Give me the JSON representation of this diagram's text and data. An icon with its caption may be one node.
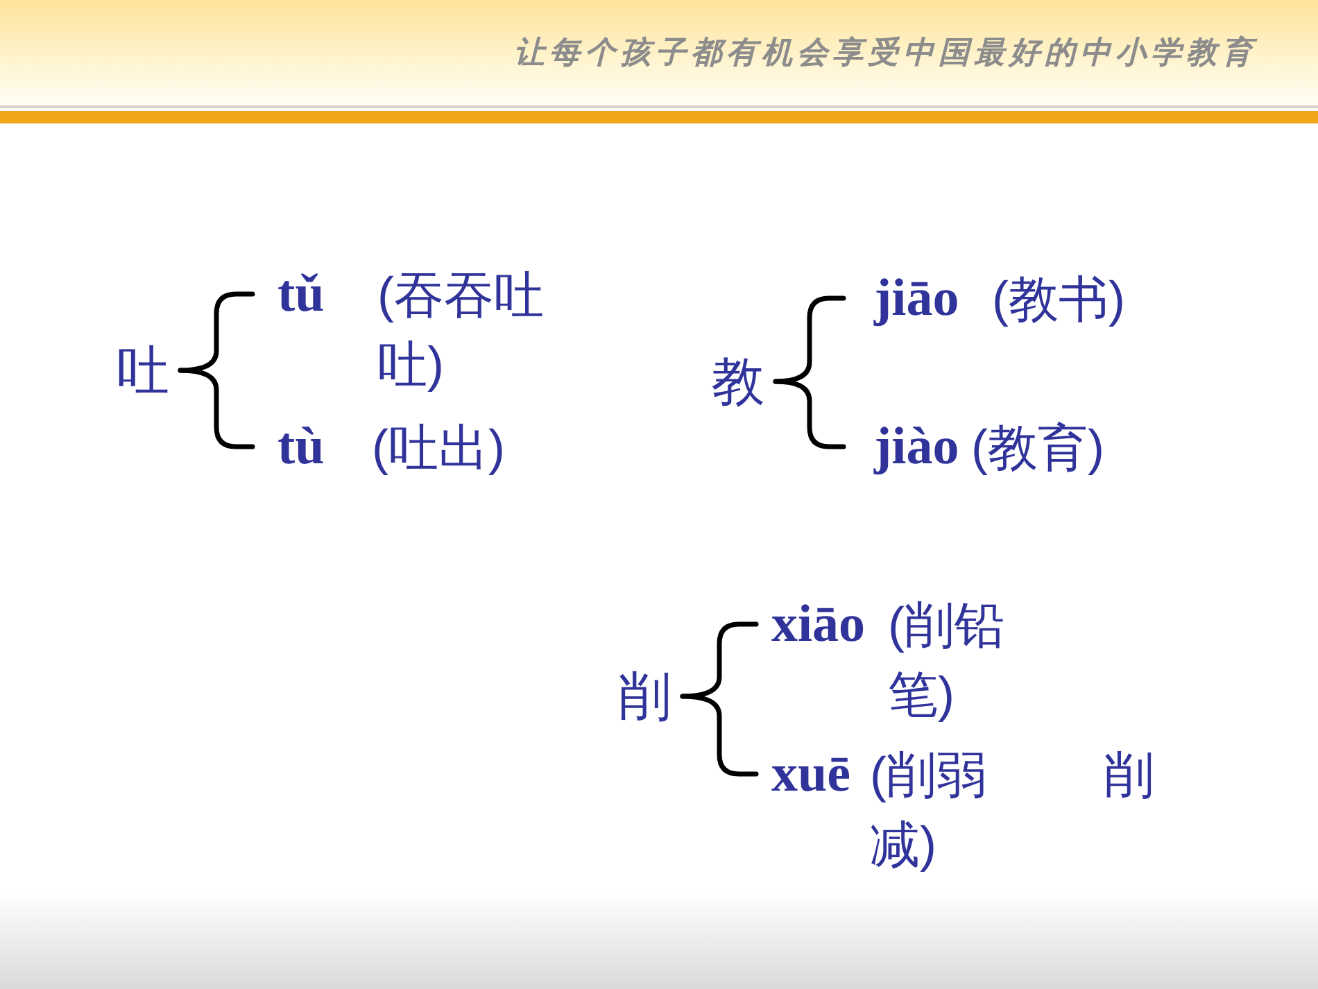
{
  "diagram": {
    "nodes": [
      {
        "text": [
          "吐"
        ]
      },
      {
        "text": [
          "tǔ",
          "(吞吞吐吐)"
        ]
      },
      {
        "text": [
          "tù",
          "(吐出)"
        ]
      },
      {
        "text": [
          "教"
        ]
      },
      {
        "text": [
          "jiāo",
          "(教书)"
        ]
      },
      {
        "text": [
          "jiào",
          "(教育)"
        ]
      },
      {
        "text": [
          "削"
        ]
      },
      {
        "text": [
          "xiāo",
          "(削铅笔)"
        ]
      },
      {
        "text": [
          "xuē",
          "(削弱 削减)"
        ]
      }
    ],
    "edges": [
      {
        "from": 0,
        "to": 1,
        "arrow": "none"
      },
      {
        "from": 0,
        "to": 2,
        "arrow": "none"
      },
      {
        "from": 3,
        "to": 4,
        "arrow": "none"
      },
      {
        "from": 3,
        "to": 5,
        "arrow": "none"
      },
      {
        "from": 6,
        "to": 7,
        "arrow": "none"
      },
      {
        "from": 6,
        "to": 8,
        "arrow": "none"
      }
    ],
    "labels": [
      "让每个孩子都有机会享受中国最好的中小学教育"
    ]
  }
}
